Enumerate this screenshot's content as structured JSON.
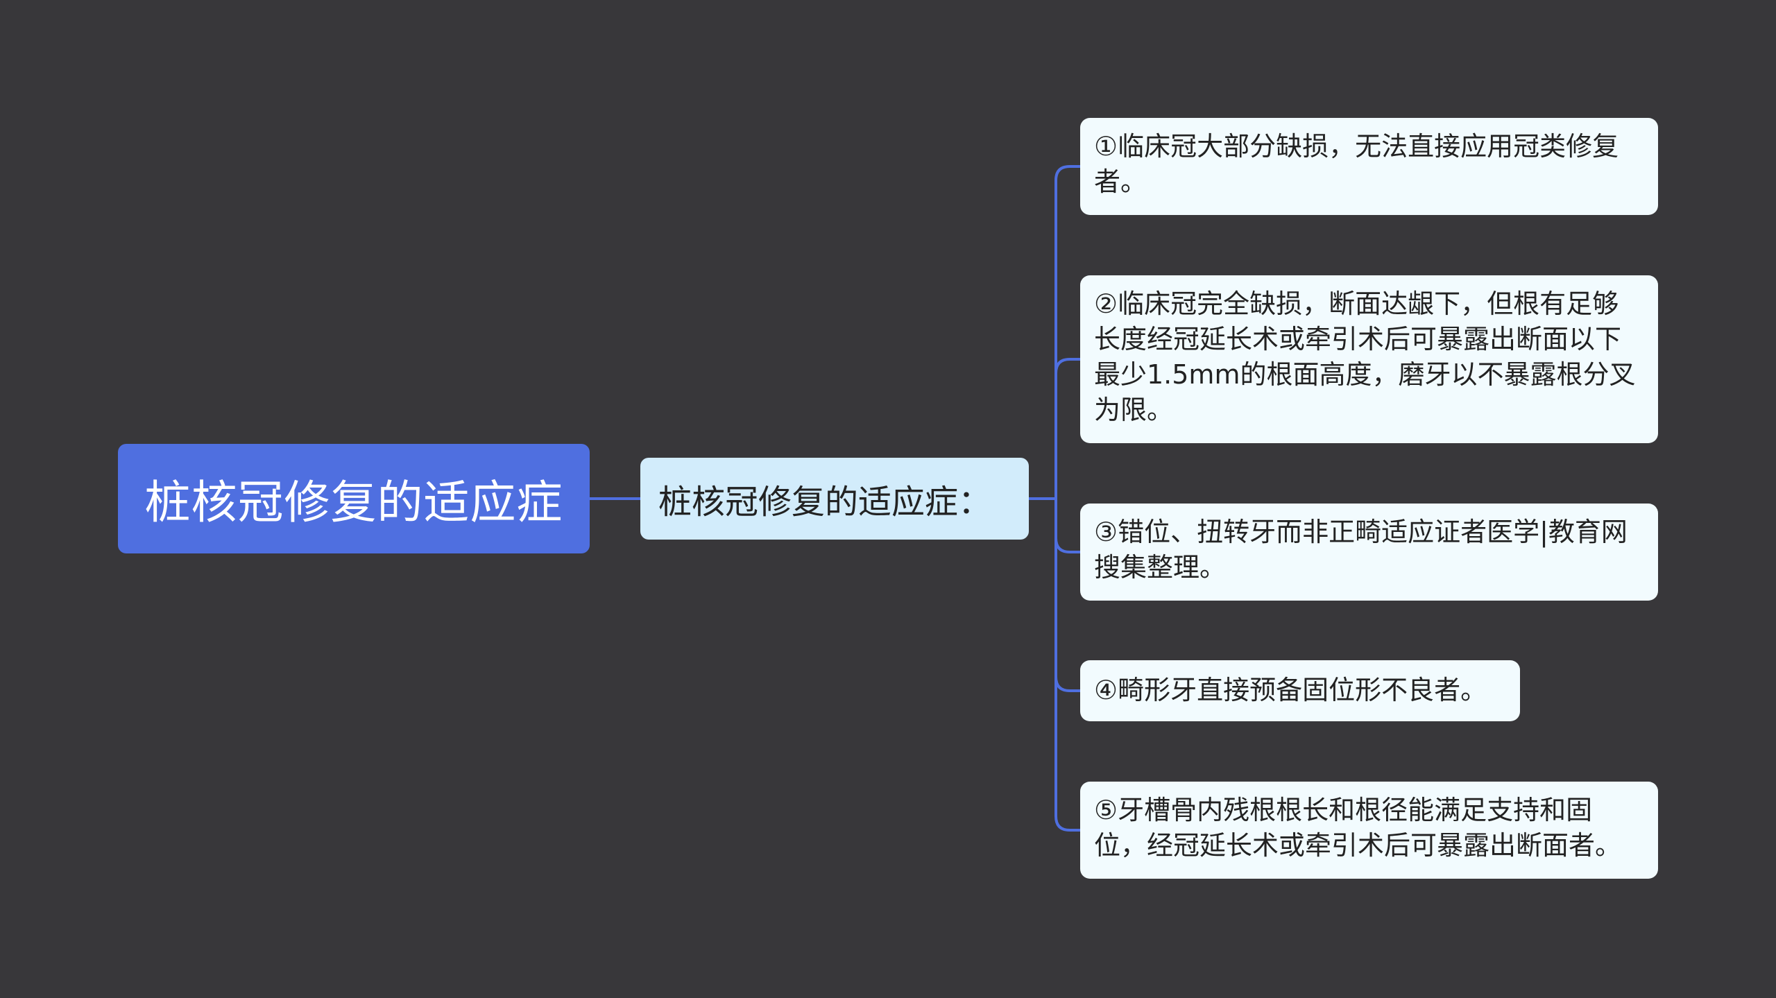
{
  "diagram": {
    "root": {
      "label": "桩核冠修复的适应症"
    },
    "mid": {
      "label": "桩核冠修复的适应症："
    },
    "leaves": [
      {
        "label": "①临床冠大部分缺损，无法直接应用冠类修复者。"
      },
      {
        "label": "②临床冠完全缺损，断面达龈下，但根有足够长度经冠延长术或牵引术后可暴露出断面以下最少1.5mm的根面高度，磨牙以不暴露根分叉为限。"
      },
      {
        "label": "③错位、扭转牙而非正畸适应证者医学|教育网搜集整理。"
      },
      {
        "label": "④畸形牙直接预备固位形不良者。"
      },
      {
        "label": "⑤牙槽骨内残根根长和根径能满足支持和固位，经冠延长术或牵引术后可暴露出断面者。"
      }
    ]
  },
  "colors": {
    "background": "#38373a",
    "root_fill": "#4f6fe0",
    "mid_fill": "#d2ecfb",
    "leaf_fill": "#f2fbfe",
    "connector": "#4f6fe0"
  }
}
